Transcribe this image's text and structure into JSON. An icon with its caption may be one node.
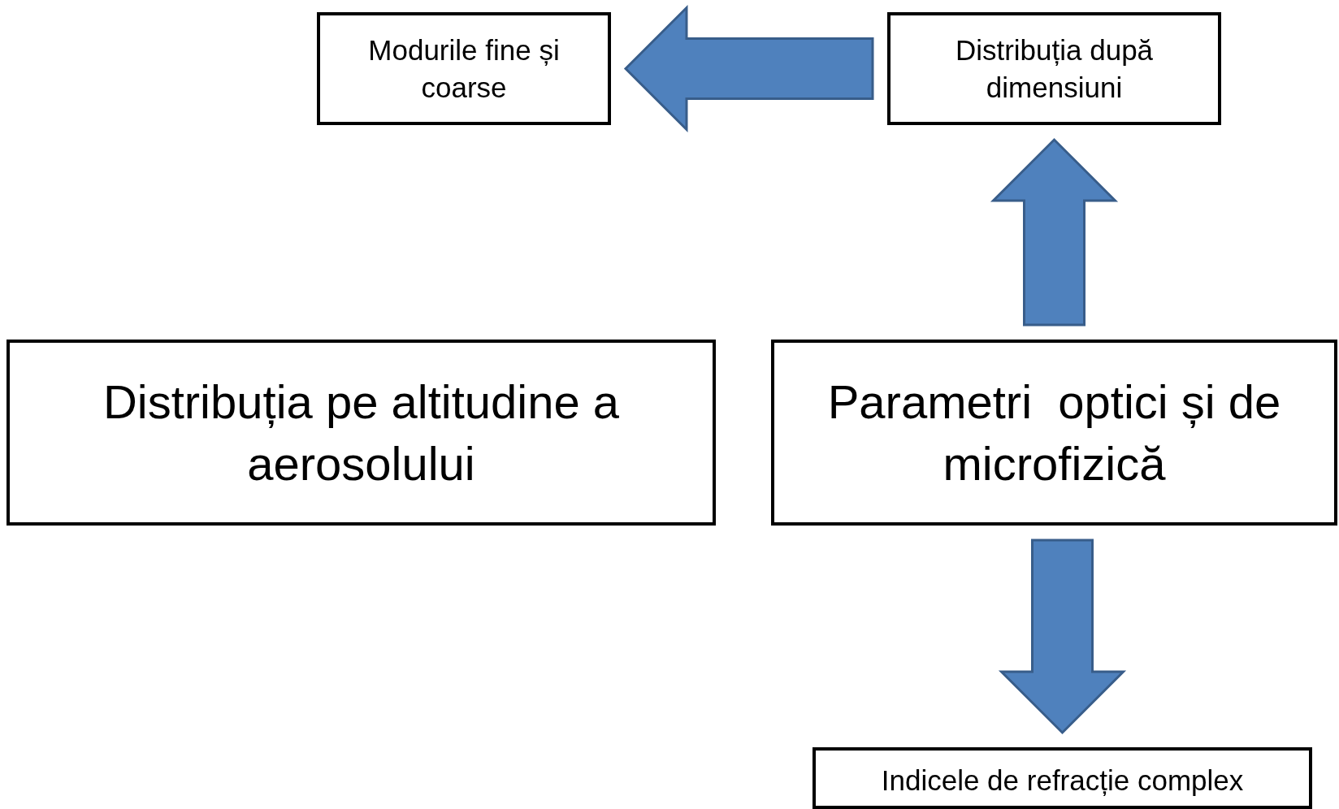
{
  "diagram": {
    "nodes": [
      {
        "text": [
          "Modurile fine și coarse"
        ]
      },
      {
        "text": [
          "Distribuția după dimensiuni"
        ]
      },
      {
        "text": [
          "Distribuția pe altitudine a aerosolului"
        ]
      },
      {
        "text": [
          "Parametri  optici și de microfizică"
        ]
      },
      {
        "text": [
          "Indicele de refracție complex"
        ]
      }
    ],
    "edges": [
      {
        "from": 1,
        "to": 0,
        "arrow": "to"
      },
      {
        "from": 3,
        "to": 1,
        "arrow": "to"
      },
      {
        "from": 3,
        "to": 4,
        "arrow": "to"
      }
    ]
  }
}
